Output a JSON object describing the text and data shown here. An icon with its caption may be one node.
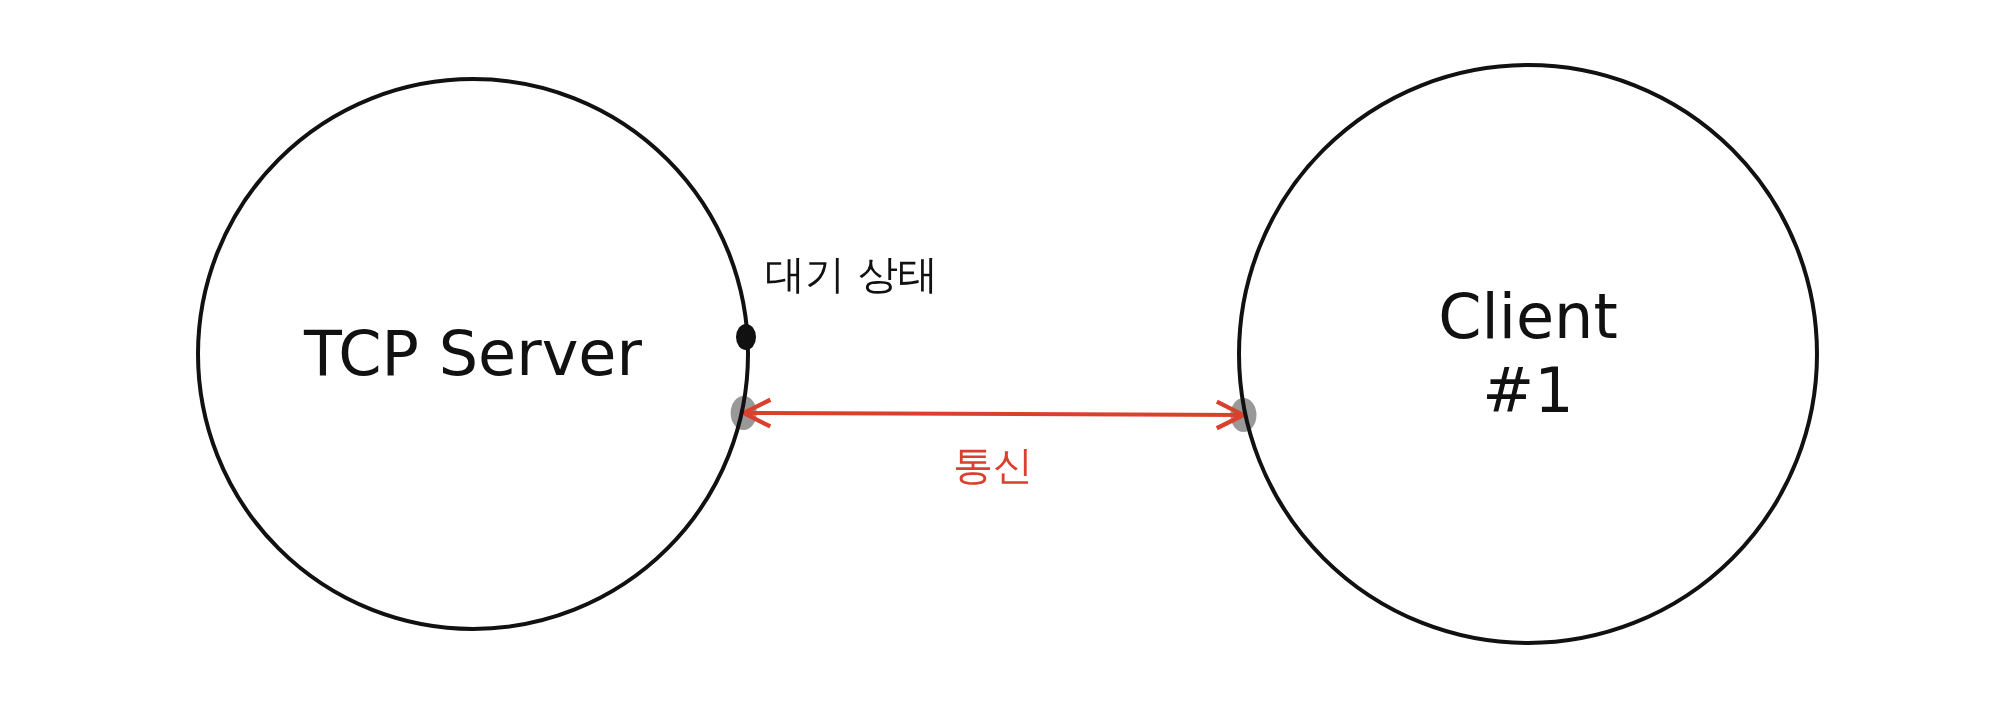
{
  "diagram": {
    "nodes": [
      {
        "text": [
          "TCP Server"
        ]
      },
      {
        "text": [
          "Client #1"
        ]
      }
    ],
    "edges": [
      {
        "from": 0,
        "to": 1,
        "arrow": "both",
        "label": "통신",
        "color": "#d9412e"
      }
    ],
    "labels": [
      "대기 상태"
    ]
  }
}
